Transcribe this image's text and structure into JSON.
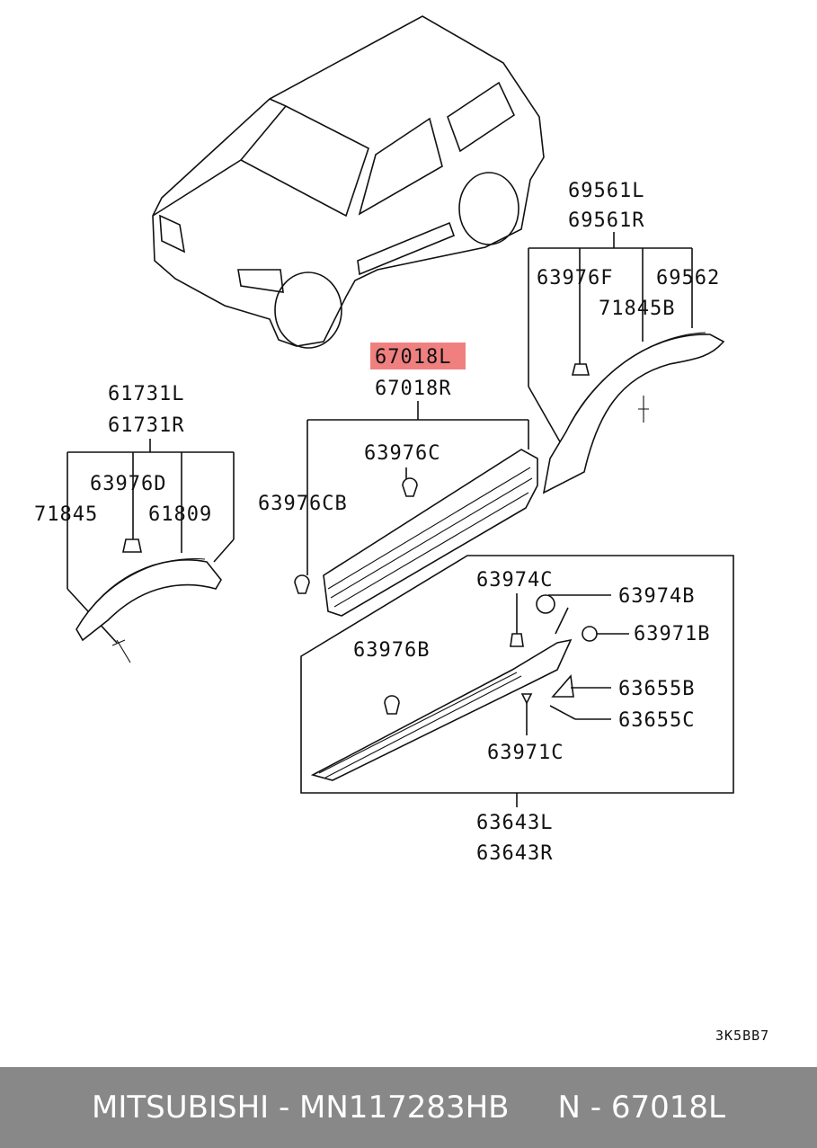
{
  "highlight_color": "#f08080",
  "footer_bg": "#888888",
  "labels": {
    "p69561L": "69561L",
    "p69561R": "69561R",
    "p63976F": "63976F",
    "p69562": "69562",
    "p71845B": "71845B",
    "p67018L": "67018L",
    "p67018R": "67018R",
    "p61731L": "61731L",
    "p61731R": "61731R",
    "p63976C": "63976C",
    "p63976D": "63976D",
    "p71845": "71845",
    "p61809": "61809",
    "p63976CB": "63976CB",
    "p63974C": "63974C",
    "p63974B": "63974B",
    "p639716B": "63971B",
    "p63976B": "63976B",
    "p63655B": "63655B",
    "p63655C": "63655C",
    "p63971C": "63971C",
    "p63643L": "63643L",
    "p63643R": "63643R"
  },
  "diagram_code": "3K5BB7",
  "footer": "MITSUBISHI - MN117283HB     N - 67018L"
}
